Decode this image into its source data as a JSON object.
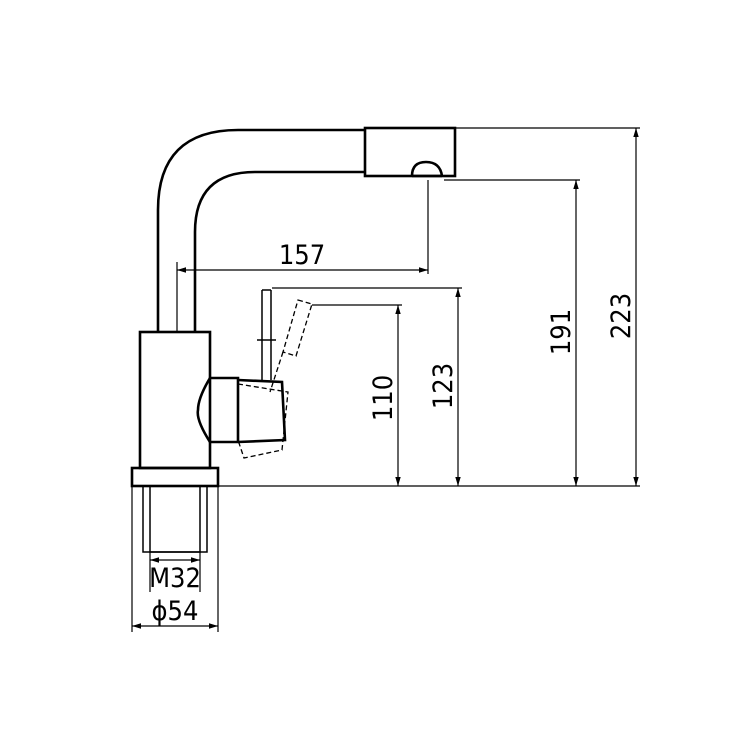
{
  "dimensions": {
    "spout_reach": "157",
    "lever_height": "110",
    "lever_top_height": "123",
    "spout_outlet_height": "191",
    "overall_height": "223",
    "thread": "M32",
    "base_diameter": "ϕ54"
  }
}
